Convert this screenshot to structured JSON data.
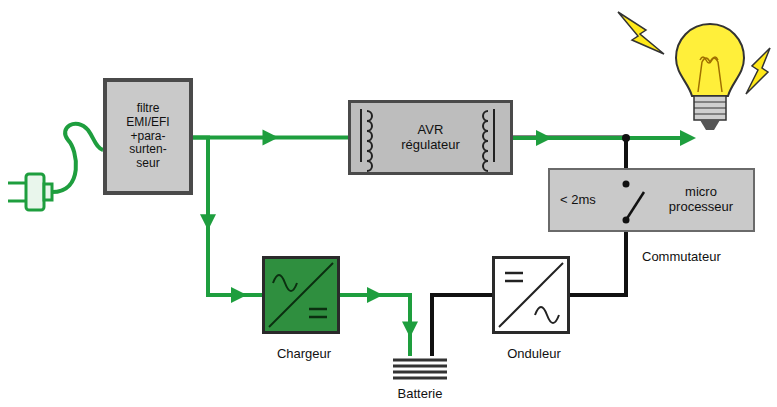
{
  "diagram": {
    "nodes": [
      {
        "text": [
          "filtre EMI/EFI +para- surten- seur"
        ]
      },
      {
        "text": [
          "AVR régulateur"
        ]
      },
      {
        "text": [
          "< 2ms",
          "micro processeur",
          "Commutateur"
        ]
      },
      {
        "text": [
          "Chargeur"
        ]
      },
      {
        "text": [
          "Onduleur"
        ]
      },
      {
        "text": [
          "Batterie"
        ]
      }
    ],
    "edges": [
      {
        "from": 0,
        "to": 1,
        "arrow": "to"
      },
      {
        "from": 0,
        "to": 3,
        "arrow": "to"
      },
      {
        "from": 3,
        "to": 5,
        "arrow": "to"
      },
      {
        "from": 5,
        "to": 4,
        "arrow": "none"
      },
      {
        "from": 4,
        "to": 2,
        "arrow": "none"
      },
      {
        "from": 1,
        "to": 2,
        "arrow": "none"
      }
    ]
  }
}
